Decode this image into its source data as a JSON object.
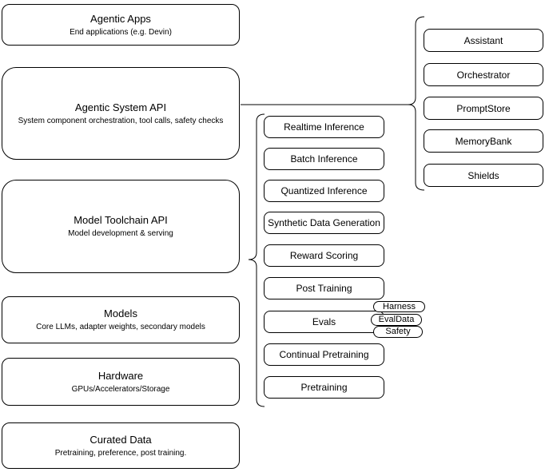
{
  "diagram": {
    "stack": [
      {
        "title": "Agentic Apps",
        "subtitle": "End applications (e.g. Devin)"
      },
      {
        "title": "Agentic System API",
        "subtitle": "System component orchestration, tool calls, safety checks"
      },
      {
        "title": "Model Toolchain API",
        "subtitle": "Model development & serving"
      },
      {
        "title": "Models",
        "subtitle": "Core LLMs, adapter weights, secondary models"
      },
      {
        "title": "Hardware",
        "subtitle": "GPUs/Accelerators/Storage"
      },
      {
        "title": "Curated Data",
        "subtitle": "Pretraining, preference, post training."
      }
    ],
    "toolchain_services": [
      "Realtime Inference",
      "Batch Inference",
      "Quantized Inference",
      "Synthetic Data Generation",
      "Reward Scoring",
      "Post Training",
      "Evals",
      "Continual Pretraining",
      "Pretraining"
    ],
    "evals_tags": [
      "Harness",
      "EvalData",
      "Safety"
    ],
    "system_components": [
      "Assistant",
      "Orchestrator",
      "PromptStore",
      "MemoryBank",
      "Shields"
    ],
    "colors": {
      "stroke": "#000000",
      "fill": "#ffffff"
    }
  }
}
